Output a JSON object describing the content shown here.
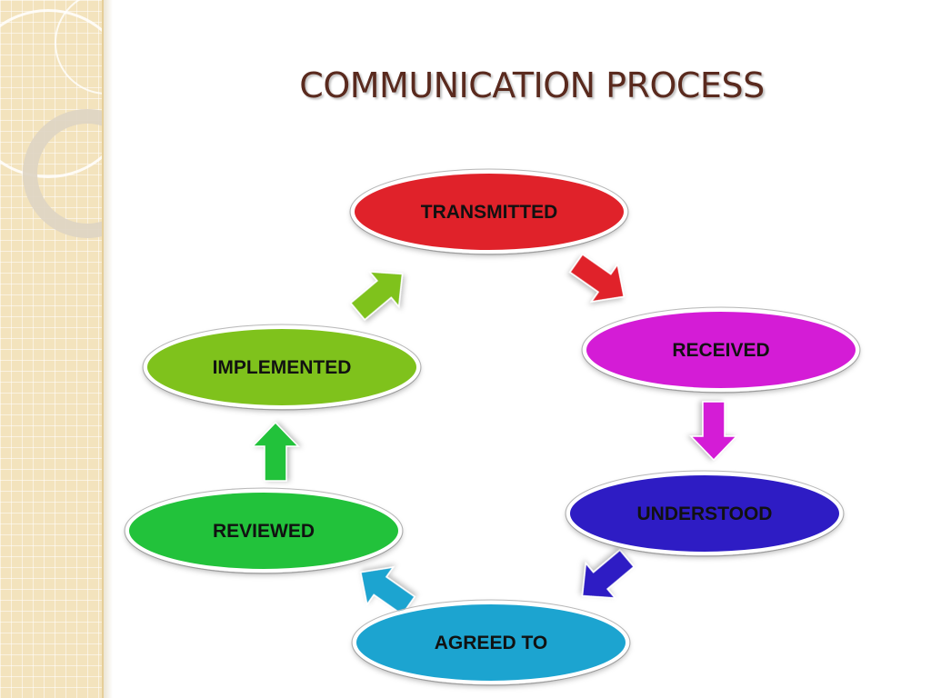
{
  "slide": {
    "title": "COMMUNICATION PROCESS"
  },
  "diagram": {
    "nodes": [
      {
        "id": "transmitted",
        "label": "TRANSMITTED",
        "color": "#e0242c"
      },
      {
        "id": "received",
        "label": "RECEIVED",
        "color": "#d41fd6"
      },
      {
        "id": "understood",
        "label": "UNDERSTOOD",
        "color": "#2d1fc4"
      },
      {
        "id": "agreed-to",
        "label": "AGREED TO",
        "color": "#1ea4d0"
      },
      {
        "id": "reviewed",
        "label": "REVIEWED",
        "color": "#22c23a"
      },
      {
        "id": "implemented",
        "label": "IMPLEMENTED",
        "color": "#7fc21e"
      }
    ]
  }
}
